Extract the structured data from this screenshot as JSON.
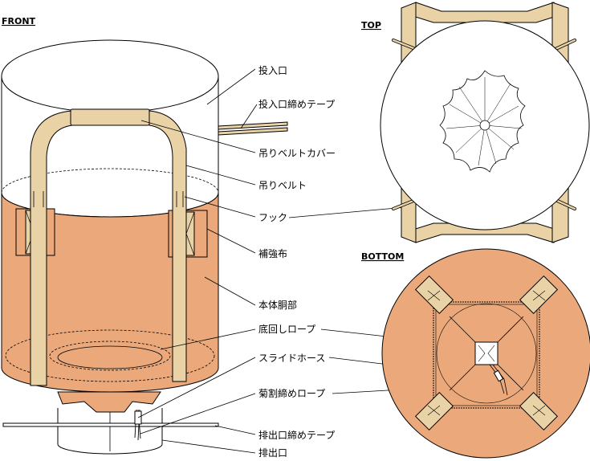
{
  "views": {
    "front": "FRONT",
    "top": "TOP",
    "bottom": "BOTTOM"
  },
  "callouts": {
    "inlet": "投入口",
    "inlet_tie_tape": "投入口締めテープ",
    "belt_cover": "吊りベルトカバー",
    "lifting_belt": "吊りベルト",
    "hook": "フック",
    "reinforcement": "補強布",
    "body": "本体胴部",
    "bottom_rope": "底回しロープ",
    "slide_hose": "スライドホース",
    "chrysanthemum_rope": "菊割締めロープ",
    "outlet_tie_tape": "排出口締めテープ",
    "outlet": "排出口"
  },
  "colors": {
    "body_fill": "#EBA97B",
    "belt_fill": "#E8D2A6",
    "outline": "#000000",
    "background": "#FFFFFF"
  }
}
